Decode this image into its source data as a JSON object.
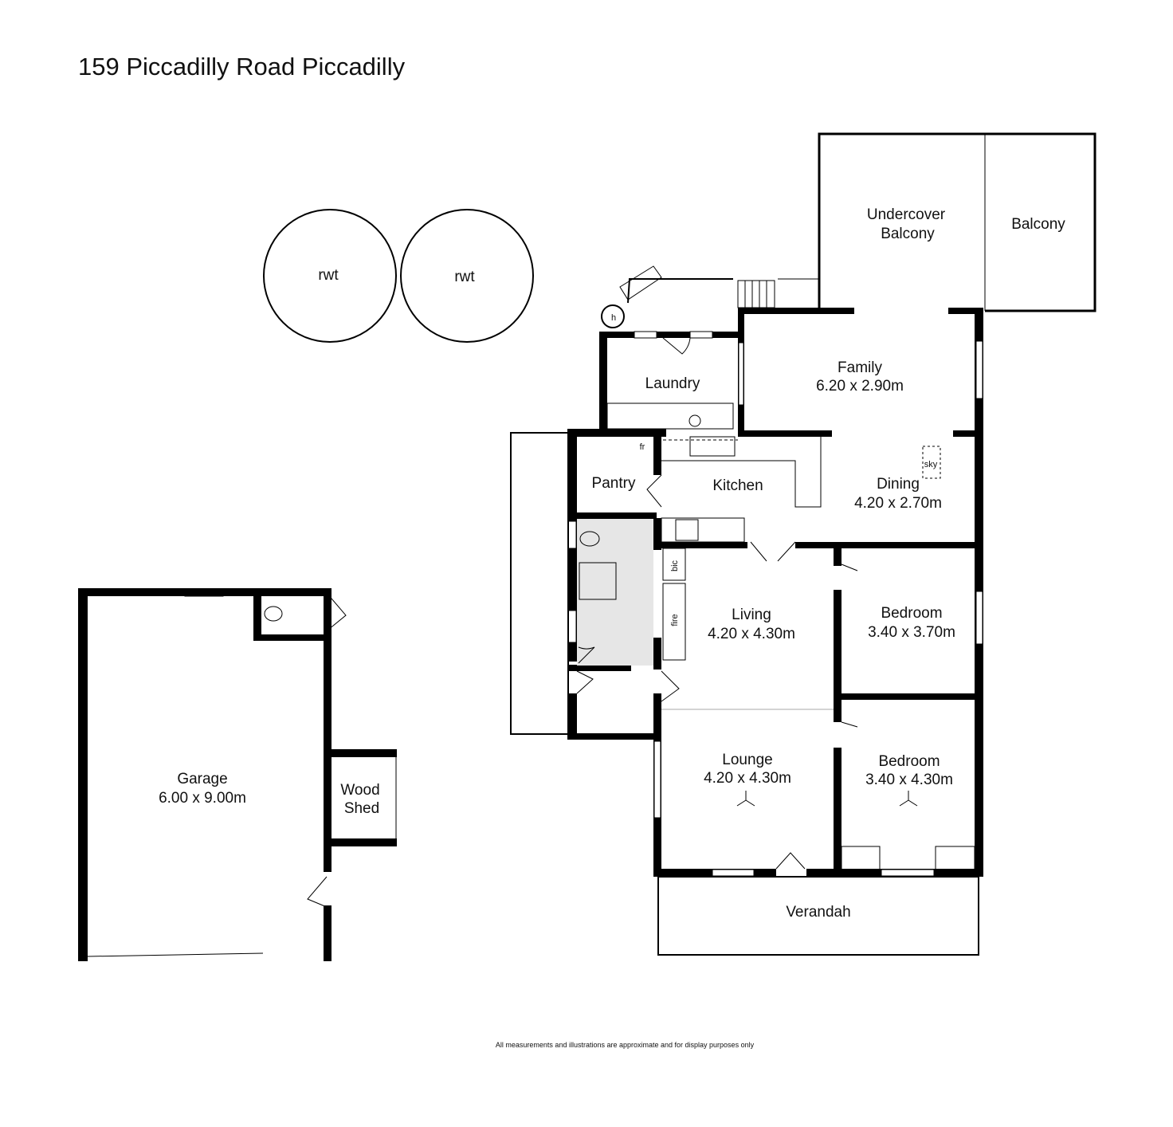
{
  "title": "159 Piccadilly Road Piccadilly",
  "disclaimer": "All measurements and illustrations are approximate and for display purposes only",
  "rooms": {
    "undercover_balcony": {
      "name_line1": "Undercover",
      "name_line2": "Balcony"
    },
    "balcony": {
      "name": "Balcony"
    },
    "family": {
      "name": "Family",
      "size": "6.20 x 2.90m"
    },
    "laundry": {
      "name": "Laundry"
    },
    "pantry": {
      "name": "Pantry"
    },
    "kitchen": {
      "name": "Kitchen"
    },
    "dining": {
      "name": "Dining",
      "size": "4.20 x 2.70m"
    },
    "living": {
      "name": "Living",
      "size": "4.20 x 4.30m"
    },
    "bedroom1": {
      "name": "Bedroom",
      "size": "3.40 x 3.70m"
    },
    "lounge": {
      "name": "Lounge",
      "size": "4.20 x 4.30m"
    },
    "bedroom2": {
      "name": "Bedroom",
      "size": "3.40 x 4.30m"
    },
    "verandah": {
      "name": "Verandah"
    },
    "garage": {
      "name": "Garage",
      "size": "6.00 x 9.00m"
    },
    "wood_shed": {
      "name_line1": "Wood",
      "name_line2": "Shed"
    }
  },
  "fixtures": {
    "rwt1": "rwt",
    "rwt2": "rwt",
    "hws": "h",
    "fridge": "fr",
    "skylight": "sky",
    "bic": "bic",
    "fire": "fire"
  }
}
